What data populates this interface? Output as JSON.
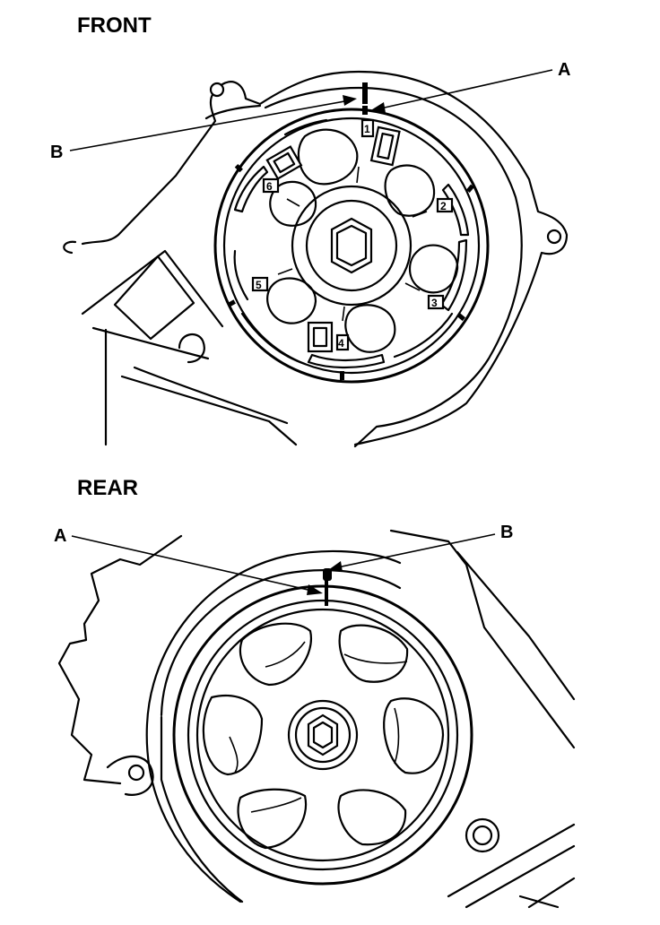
{
  "colors": {
    "ink": "#000000",
    "paper": "#ffffff"
  },
  "front": {
    "title": "FRONT",
    "callout_a": "A",
    "callout_b": "B",
    "marks": [
      "1",
      "2",
      "3",
      "4",
      "5",
      "6"
    ]
  },
  "rear": {
    "title": "REAR",
    "callout_a": "A",
    "callout_b": "B"
  }
}
